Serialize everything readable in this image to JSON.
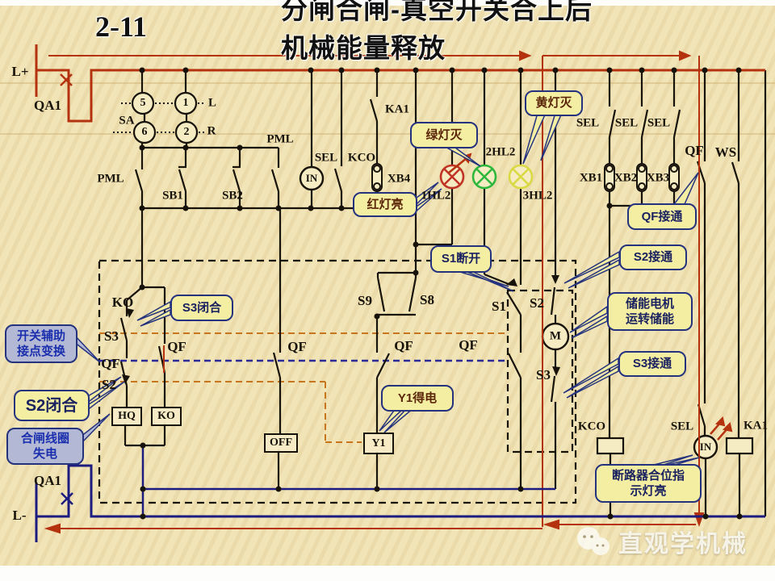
{
  "title": {
    "number": "2-11",
    "main": "分闸合闸-真空开关合上后机械能量释放"
  },
  "watermark": {
    "text": "直观学机械"
  },
  "power": {
    "l_plus": "L+",
    "l_minus": "L-",
    "qa1_top": "QA1",
    "qa1_bottom": "QA1"
  },
  "selector": {
    "name": "SA",
    "c5": "5",
    "c1": "1",
    "c6": "6",
    "c2": "2",
    "left": "L",
    "right": "R"
  },
  "labels": {
    "pml_left": "PML",
    "sb1": "SB1",
    "sb2": "SB2",
    "pml_right": "PML",
    "sel_top": "SEL",
    "kco_top": "KCO",
    "ka1_top": "KA1",
    "xb4": "XB4",
    "hl1": "1HL2",
    "hl2": "2HL2",
    "hl3": "3HL2",
    "sel1": "SEL",
    "sel2": "SEL",
    "sel3": "SEL",
    "xb1": "XB1",
    "xb2": "XB2",
    "xb3": "XB3",
    "qf_top": "QF",
    "ws": "WS",
    "ko_contact": "KO",
    "s3_left": "S3",
    "qf_left": "QF",
    "s2_left": "S2",
    "qf1": "QF",
    "qf2": "QF",
    "qf3": "QF",
    "qf4": "QF",
    "s9": "S9",
    "s8": "S8",
    "s1": "S1",
    "s2_mid": "S2",
    "s3_mid": "S3",
    "kco_coil": "KCO",
    "sel_bottom": "SEL",
    "ka1_coil": "KA1",
    "in_top": "IN",
    "in_bottom": "IN",
    "motor": "M"
  },
  "boxes": {
    "hq": "HQ",
    "ko": "KO",
    "off": "OFF",
    "y1": "Y1"
  },
  "callouts": {
    "yellow_off": "黄灯灭",
    "green_off": "绿灯灭",
    "red_on": "红灯亮",
    "qf_on": "QF接通",
    "s1_open": "S1断开",
    "s2_on": "S2接通",
    "motor_line1": "储能电机",
    "motor_line2": "运转储能",
    "s3_on": "S3接通",
    "s3_closed": "S3闭合",
    "aux_line1": "开关辅助",
    "aux_line2": "接点变换",
    "s2_closed": "S2闭合",
    "coil_line1": "合闸线圈",
    "coil_line2": "失电",
    "y1_energized": "Y1得电",
    "indicator_line1": "断路器合位指",
    "indicator_line2": "示灯亮"
  },
  "colors": {
    "bus_red": "#b5320f",
    "bus_blue": "#1c1c80",
    "lamp_red": "#c23327",
    "lamp_green": "#2db83d",
    "lamp_yellow": "#d9d943",
    "callout_yellow": "#f4eea2",
    "callout_gray": "#b3b9d4",
    "border_navy": "#25337f"
  }
}
